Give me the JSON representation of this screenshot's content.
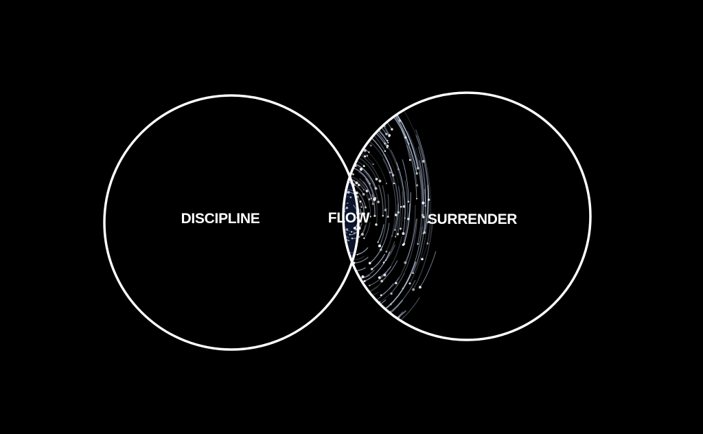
{
  "diagram": {
    "left_set": {
      "label": "DISCIPLINE"
    },
    "right_set": {
      "label": "SURRENDER"
    },
    "intersection": {
      "label": "FLOW",
      "fill_pattern": "swirl-of-particles"
    }
  },
  "colors": {
    "background": "#000000",
    "outline": "#ffffff",
    "text": "#ffffff",
    "intersection_fill": "#0b1630",
    "swirl": "#c9d8f5"
  }
}
